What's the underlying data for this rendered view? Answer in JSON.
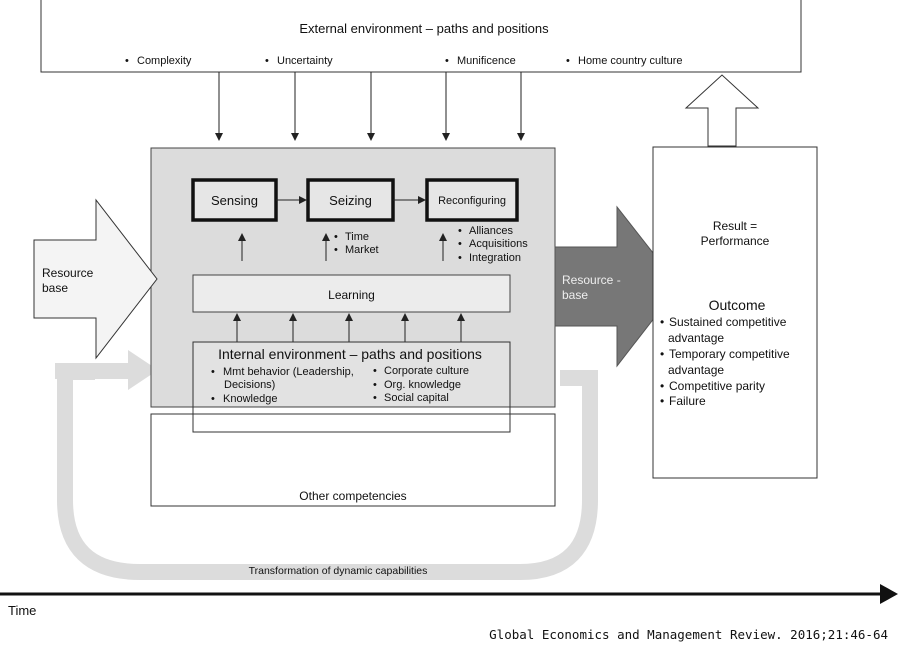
{
  "external": {
    "title": "External environment – paths and positions",
    "items": [
      "Complexity",
      "Uncertainty",
      "Munificence",
      "Home country culture"
    ]
  },
  "capabilities": {
    "sensing": "Sensing",
    "seizing": "Seizing",
    "reconfiguring": "Reconfiguring",
    "seizing_notes": [
      "Time",
      "Market"
    ],
    "reconfiguring_notes": [
      "Alliances",
      "Acquisitions",
      "Integration"
    ]
  },
  "learning": "Learning",
  "internal": {
    "title": "Internal environment – paths and positions",
    "left_items": [
      "Mmt behavior (Leadership,",
      "Decisions)",
      "Knowledge"
    ],
    "right_items": [
      "Corporate culture",
      "Org. knowledge",
      "Social capital"
    ]
  },
  "other_competencies": "Other competencies",
  "resource_in": [
    "Resource",
    "base"
  ],
  "resource_out": [
    "Resource -",
    "base"
  ],
  "result": {
    "title_lines": [
      "Result =",
      "Performance"
    ],
    "outcome_title": "Outcome",
    "outcome_items": [
      [
        "Sustained competitive",
        "advantage"
      ],
      [
        "Temporary competitive",
        "advantage"
      ],
      [
        "Competitive parity"
      ],
      [
        "Failure"
      ]
    ]
  },
  "transformation": "Transformation of dynamic capabilities",
  "time_label": "Time",
  "citation": "Global Economics and Management Review. 2016;21:46-64"
}
